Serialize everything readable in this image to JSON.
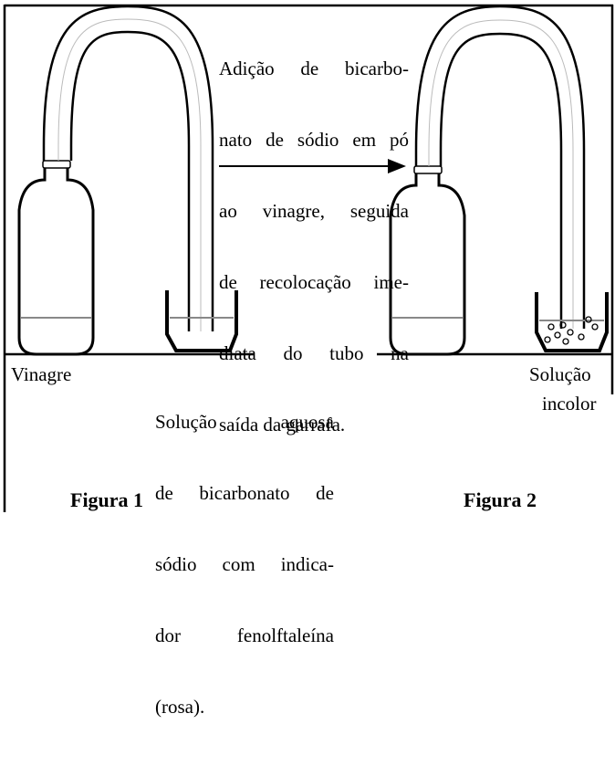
{
  "figure1": {
    "caption": "Figura 1",
    "left_label": "Vinagre",
    "right_label_lines": [
      "Solução aquosa",
      "de bicarbonato de",
      "sódio com indica-",
      "dor fenolftaleína",
      "(rosa)."
    ]
  },
  "figure2": {
    "caption": "Figura 2",
    "right_label_lines": [
      "Solução",
      "incolor"
    ]
  },
  "arrow_note_lines": [
    "Adição de bicarbo-",
    "nato de sódio em pó",
    "ao vinagre, seguida",
    "de recolocação ime-",
    "diata do tubo na",
    "saída da garrafa."
  ]
}
